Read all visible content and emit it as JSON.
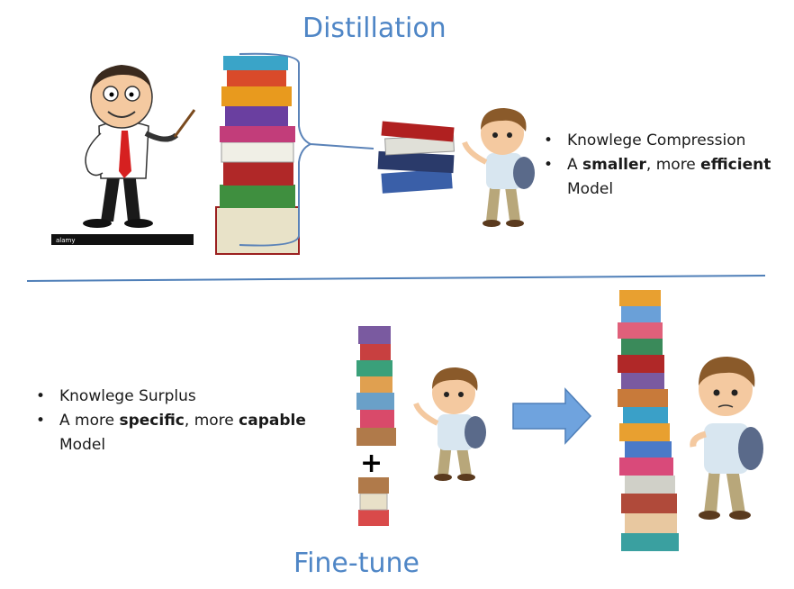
{
  "top": {
    "title": "Distillation",
    "bullets": [
      {
        "pre": "Knowlege Compression",
        "b1": "",
        "mid": "",
        "b2": "",
        "post": ""
      },
      {
        "pre": "A ",
        "b1": "smaller",
        "mid": ", more ",
        "b2": "efficient",
        "post": " Model"
      }
    ],
    "watermark": "alamy"
  },
  "bottom": {
    "title": "Fine-tune",
    "bullets": [
      {
        "pre": "Knowlege Surplus",
        "b1": "",
        "mid": "",
        "b2": "",
        "post": ""
      },
      {
        "pre": "A more ",
        "b1": "specific",
        "mid": ", more ",
        "b2": "capable",
        "post": " Model"
      }
    ],
    "plus_sign": "+"
  },
  "colors": {
    "title": "#4f86c6",
    "divider": "#4f7fb8",
    "arrow": "#6fa3de"
  }
}
